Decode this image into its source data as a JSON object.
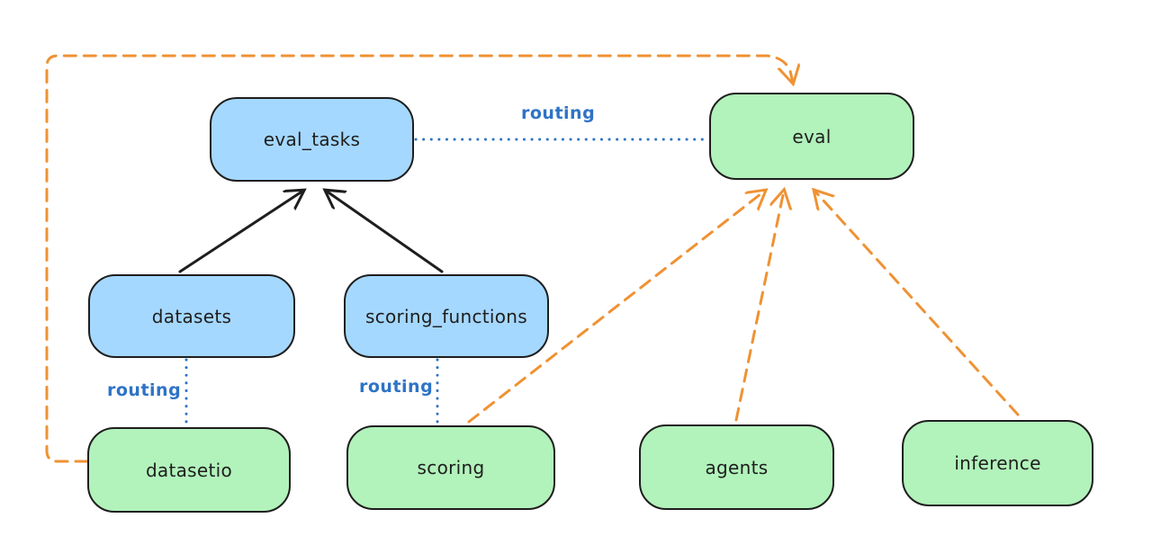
{
  "diagram": {
    "background": "#ffffff",
    "colors": {
      "blue_node_fill": "#a5d8ff",
      "green_node_fill": "#b2f2bb",
      "node_stroke": "#1e1e1e",
      "routing_blue": "#2e73c6",
      "orange_dashed": "#ef9234",
      "black_arrow": "#1e1e1e"
    },
    "nodes": {
      "eval_tasks": {
        "label": "eval_tasks",
        "fill": "#a5d8ff"
      },
      "eval": {
        "label": "eval",
        "fill": "#b2f2bb"
      },
      "datasets": {
        "label": "datasets",
        "fill": "#a5d8ff"
      },
      "scoring_functions": {
        "label": "scoring_functions",
        "fill": "#a5d8ff"
      },
      "datasetio": {
        "label": "datasetio",
        "fill": "#b2f2bb"
      },
      "scoring": {
        "label": "scoring",
        "fill": "#b2f2bb"
      },
      "agents": {
        "label": "agents",
        "fill": "#b2f2bb"
      },
      "inference": {
        "label": "inference",
        "fill": "#b2f2bb"
      }
    },
    "edges": [
      {
        "from": "datasets",
        "to": "eval_tasks",
        "style": "solid-arrow",
        "color": "#1e1e1e",
        "label": ""
      },
      {
        "from": "scoring_functions",
        "to": "eval_tasks",
        "style": "solid-arrow",
        "color": "#1e1e1e",
        "label": ""
      },
      {
        "from": "eval_tasks",
        "to": "eval",
        "style": "dotted",
        "color": "#2e73c6",
        "label": "routing"
      },
      {
        "from": "datasets",
        "to": "datasetio",
        "style": "dotted",
        "color": "#2e73c6",
        "label": "routing"
      },
      {
        "from": "scoring_functions",
        "to": "scoring",
        "style": "dotted",
        "color": "#2e73c6",
        "label": "routing"
      },
      {
        "from": "datasetio",
        "to": "eval",
        "style": "dashed-arrow",
        "color": "#ef9234",
        "label": ""
      },
      {
        "from": "scoring",
        "to": "eval",
        "style": "dashed-arrow",
        "color": "#ef9234",
        "label": ""
      },
      {
        "from": "agents",
        "to": "eval",
        "style": "dashed-arrow",
        "color": "#ef9234",
        "label": ""
      },
      {
        "from": "inference",
        "to": "eval",
        "style": "dashed-arrow",
        "color": "#ef9234",
        "label": ""
      }
    ]
  }
}
